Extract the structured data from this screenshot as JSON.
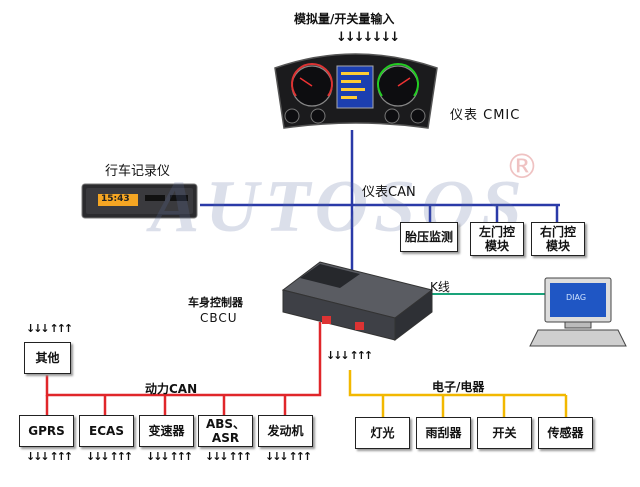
{
  "colors": {
    "instrument_can": "#2a3aa8",
    "power_can": "#e0262a",
    "electronic": "#f2b800",
    "k_line": "#1aa37a"
  },
  "watermark": {
    "text": "AUTOSOS",
    "mark": "®"
  },
  "labels": {
    "analog_input": "模拟量/开关量输入",
    "cmic": "仪表 CMIC",
    "recorder": "行车记录仪",
    "instrument_can": "仪表CAN",
    "k_line": "K线",
    "cbcu_cn": "车身控制器",
    "cbcu_en": "CBCU",
    "power_can": "动力CAN",
    "electronic": "电子/电器"
  },
  "recorder_display": "15:43",
  "diag_screen": "DIAG",
  "instrument_modules": [
    "胎压监测",
    "左门控\n模块",
    "右门控\n模块"
  ],
  "power_modules": [
    "GPRS",
    "ECAS",
    "变速器",
    "ABS、ASR",
    "发动机"
  ],
  "other_module": "其他",
  "electric_modules": [
    "灯光",
    "雨刮器",
    "开关",
    "传感器"
  ],
  "arrows": {
    "input": "↓↓↓↓↓↓↓",
    "io": "↓↓↓ ↑↑↑"
  }
}
